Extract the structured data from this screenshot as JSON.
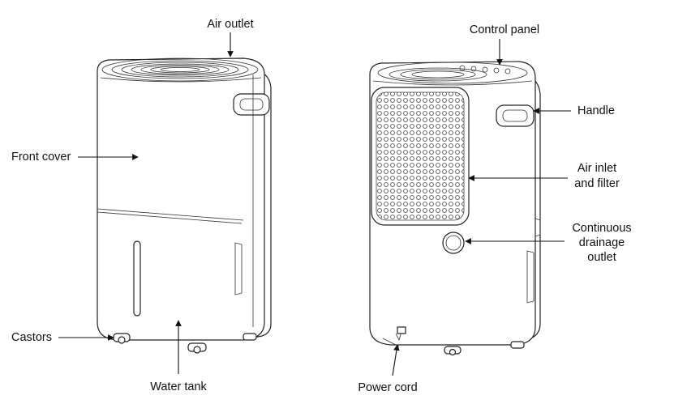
{
  "labels": {
    "air_outlet": "Air outlet",
    "front_cover": "Front cover",
    "castors": "Castors",
    "water_tank": "Water tank",
    "control_panel": "Control panel",
    "handle": "Handle",
    "air_inlet_line1": "Air inlet",
    "air_inlet_line2": "and filter",
    "drainage_line1": "Continuous",
    "drainage_line2": "drainage",
    "drainage_line3": "outlet",
    "power_cord": "Power cord"
  }
}
